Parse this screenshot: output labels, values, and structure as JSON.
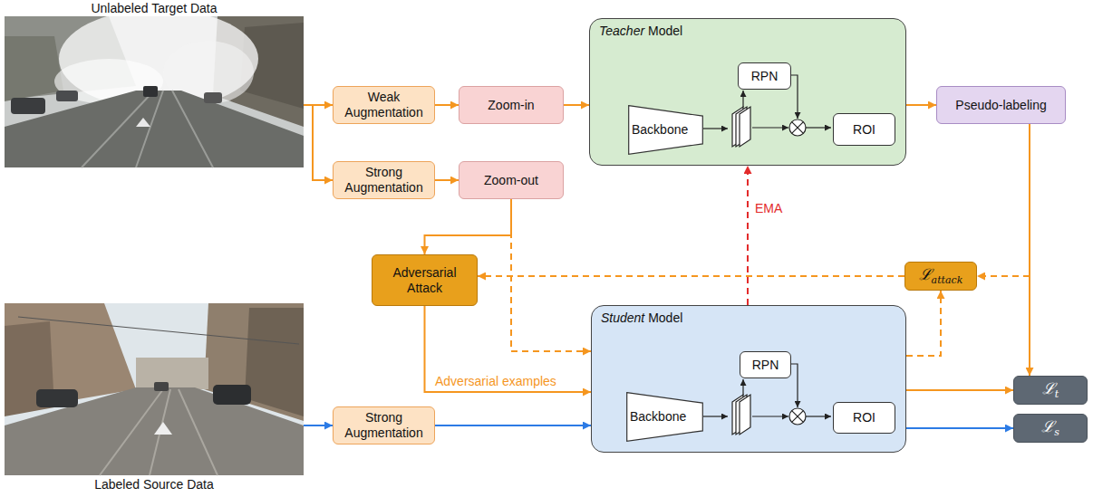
{
  "diagram": {
    "nodes": [
      {
        "text": [
          "Unlabeled Target Data"
        ]
      },
      {
        "text": [
          "Weak Augmentation"
        ]
      },
      {
        "text": [
          "Zoom-in"
        ]
      },
      {
        "text": [
          "Teacher Model"
        ]
      },
      {
        "text": [
          "RPN"
        ],
        "in": 3
      },
      {
        "text": [
          "Backbone"
        ],
        "in": 3
      },
      {
        "text": [
          "ROI"
        ],
        "in": 3
      },
      {
        "text": [
          "Pseudo-labeling"
        ]
      },
      {
        "text": [
          "Strong Augmentation"
        ]
      },
      {
        "text": [
          "Zoom-out"
        ]
      },
      {
        "text": [
          "Adversarial Attack"
        ]
      },
      {
        "text": [
          "ℒattack"
        ]
      },
      {
        "text": [
          "Student Model"
        ]
      },
      {
        "text": [
          "RPN"
        ],
        "in": 12
      },
      {
        "text": [
          "Backbone"
        ],
        "in": 12
      },
      {
        "text": [
          "ROI"
        ],
        "in": 12
      },
      {
        "text": [
          "ℒt"
        ]
      },
      {
        "text": [
          "ℒs"
        ]
      },
      {
        "text": [
          "Labeled Source Data"
        ]
      },
      {
        "text": [
          "Strong Augmentation"
        ]
      }
    ],
    "edges": [
      {
        "from": 0,
        "to": 1,
        "arrow": "to"
      },
      {
        "from": 0,
        "to": 8,
        "arrow": "to"
      },
      {
        "from": 1,
        "to": 2,
        "arrow": "to"
      },
      {
        "from": 2,
        "to": 3,
        "arrow": "to"
      },
      {
        "from": 3,
        "to": 7,
        "arrow": "to"
      },
      {
        "from": 7,
        "to": 16,
        "arrow": "to"
      },
      {
        "from": 7,
        "to": 11,
        "arrow": "to"
      },
      {
        "from": 11,
        "to": 10,
        "arrow": "to"
      },
      {
        "from": 12,
        "to": 11,
        "arrow": "to"
      },
      {
        "from": 8,
        "to": 9,
        "arrow": "to"
      },
      {
        "from": 9,
        "to": 10,
        "arrow": "to"
      },
      {
        "from": 9,
        "to": 12,
        "arrow": "to"
      },
      {
        "from": 12,
        "to": 3,
        "label": "EMA",
        "arrow": "to"
      },
      {
        "from": 10,
        "to": 12,
        "label": "Adversarial examples",
        "arrow": "to"
      },
      {
        "from": 12,
        "to": 16,
        "arrow": "to"
      },
      {
        "from": 12,
        "to": 17,
        "arrow": "to"
      },
      {
        "from": 18,
        "to": 19,
        "arrow": "to"
      },
      {
        "from": 19,
        "to": 12,
        "arrow": "to"
      }
    ]
  }
}
